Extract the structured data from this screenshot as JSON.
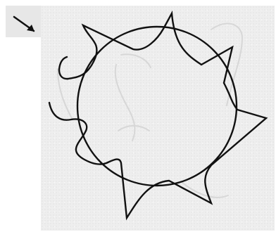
{
  "canvas": {
    "background_color": "#eeeeee",
    "stroke_color": "#111111",
    "faint_sketch_color": "#d7d7d7"
  },
  "toolbar": {
    "tool_icon": "arrow-down-right-icon",
    "tool_color": "#111111"
  },
  "drawing": {
    "shapes": [
      "circle",
      "zigzag-star-outline",
      "curl-stroke-left",
      "curl-stroke-upper-left"
    ]
  }
}
